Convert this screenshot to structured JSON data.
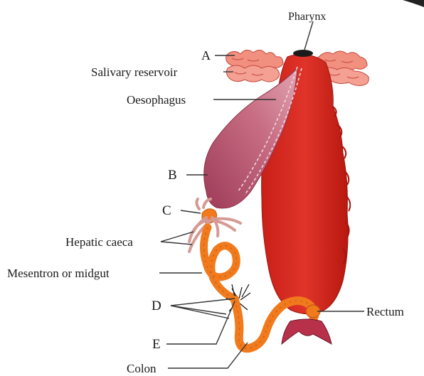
{
  "labels": {
    "pharynx": "Pharynx",
    "a": "A",
    "salivary_reservoir": "Salivary reservoir",
    "oesophagus": "Oesophagus",
    "b": "B",
    "c": "C",
    "hepatic_caeca": "Hepatic caeca",
    "mesentron": "Mesentron or midgut",
    "d": "D",
    "e": "E",
    "colon": "Colon",
    "rectum": "Rectum"
  },
  "colors": {
    "body_red": "#d42a1f",
    "body_dark": "#b51c14",
    "crop": "#c4677d",
    "gland": "#f08a7c",
    "gut_orange": "#f07a1c",
    "anal": "#8a2036"
  }
}
